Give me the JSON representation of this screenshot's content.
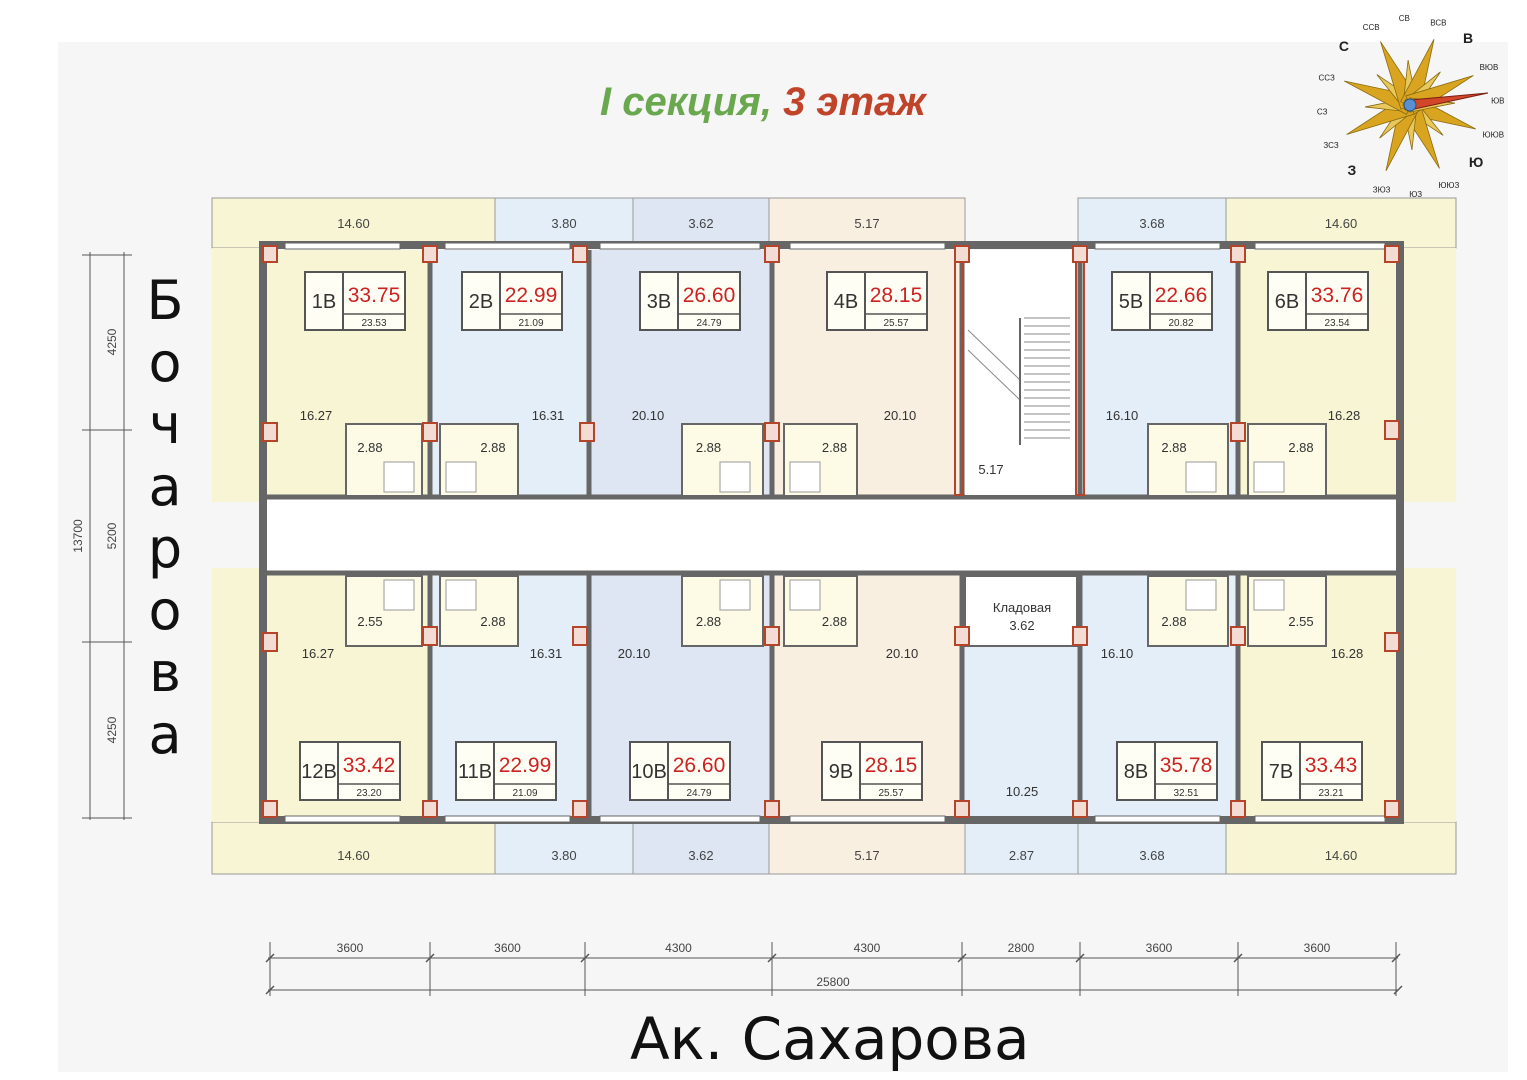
{
  "title": {
    "section": "I секция,",
    "floor": "3 этаж"
  },
  "streets": {
    "left": [
      "Б",
      "о",
      "ч",
      "а",
      "р",
      "о",
      "в",
      "а"
    ],
    "bottom": "Ак. Сахарова"
  },
  "colors": {
    "yellow": "#f7f5d3",
    "blue": "#e3eef8",
    "blue_dark": "#dde6f2",
    "peach": "#f9efe1",
    "wall": "#666666",
    "accent_red": "#cc2222",
    "title_green": "#6aa84f",
    "title_red": "#c0442a",
    "column": "#b4442a"
  },
  "compass": {
    "labels": [
      "З",
      "ЗСЗ",
      "СЗ",
      "ССЗ",
      "С",
      "ССВ",
      "СВ",
      "ВСВ",
      "В",
      "ВЮВ",
      "ЮВ",
      "ЮЮВ",
      "Ю",
      "ЮЮЗ",
      "ЮЗ",
      "ЗЮЗ"
    ]
  },
  "balconies_top": [
    "14.60",
    "3.80",
    "3.62",
    "5.17",
    "3.68",
    "14.60"
  ],
  "balconies_bottom": [
    "14.60",
    "3.80",
    "3.62",
    "5.17",
    "2.87",
    "3.68",
    "14.60"
  ],
  "apartments_top": [
    {
      "no": "1В",
      "area": "33.75",
      "living": "23.53",
      "room": "16.27",
      "bath": "2.88"
    },
    {
      "no": "2В",
      "area": "22.99",
      "living": "21.09",
      "room": "16.31",
      "bath": "2.88"
    },
    {
      "no": "3В",
      "area": "26.60",
      "living": "24.79",
      "room": "20.10",
      "bath": "2.88"
    },
    {
      "no": "4В",
      "area": "28.15",
      "living": "25.57",
      "room": "20.10",
      "bath": "2.88"
    },
    {
      "no": "5В",
      "area": "22.66",
      "living": "20.82",
      "room": "16.10",
      "bath": "2.88"
    },
    {
      "no": "6В",
      "area": "33.76",
      "living": "23.54",
      "room": "16.28",
      "bath": "2.88"
    }
  ],
  "apartments_bottom": [
    {
      "no": "12В",
      "area": "33.42",
      "living": "23.20",
      "room": "16.27",
      "bath": "2.55"
    },
    {
      "no": "11В",
      "area": "22.99",
      "living": "21.09",
      "room": "16.31",
      "bath": "2.88"
    },
    {
      "no": "10В",
      "area": "26.60",
      "living": "24.79",
      "room": "20.10",
      "bath": "2.88"
    },
    {
      "no": "9В",
      "area": "28.15",
      "living": "25.57",
      "room": "20.10",
      "bath": "2.88"
    },
    {
      "no": "8В",
      "area": "35.78",
      "living": "32.51",
      "room": "16.10",
      "bath": "2.88"
    },
    {
      "no": "7В",
      "area": "33.43",
      "living": "23.21",
      "room": "16.28",
      "bath": "2.55"
    }
  ],
  "common": {
    "stair_area": "5.17",
    "storage_label": "Кладовая",
    "storage_area": "3.62",
    "hall_area": "10.25"
  },
  "dimensions": {
    "bottom": [
      "3600",
      "3600",
      "4300",
      "4300",
      "2800",
      "3600",
      "3600"
    ],
    "total": "25800",
    "left_parts": [
      "4250",
      "5200",
      "4250"
    ],
    "left_total": "13700"
  }
}
